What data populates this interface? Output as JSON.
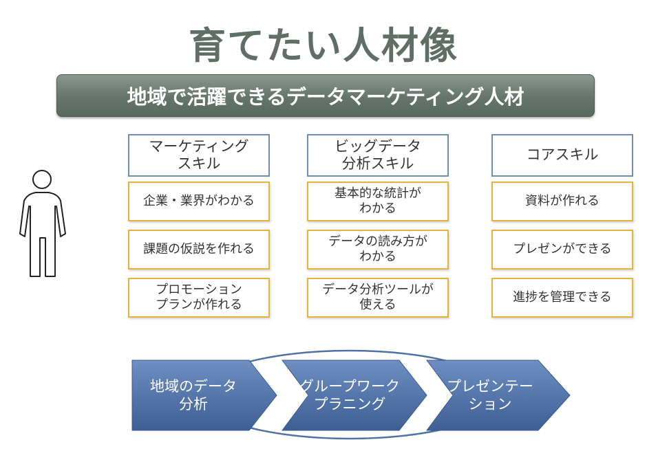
{
  "title": "育てたい人材像",
  "banner": "地域で活躍できるデータマーケティング人材",
  "columns": [
    {
      "header": "マーケティング\nスキル",
      "items": [
        "企業・業界がわかる",
        "課題の仮説を作れる",
        "プロモーション\nプランが作れる"
      ]
    },
    {
      "header": "ビッグデータ\n分析スキル",
      "items": [
        "基本的な統計が\nわかる",
        "データの読み方が\nわかる",
        "データ分析ツールが\n使える"
      ]
    },
    {
      "header": "コアスキル",
      "items": [
        "資料が作れる",
        "プレゼンができる",
        "進捗を管理できる"
      ]
    }
  ],
  "flow": [
    "地域のデータ\n分析",
    "グループワーク\nプラニング",
    "プレゼンテー\nション"
  ],
  "colors": {
    "title": "#5f6f66",
    "banner": "#65756c",
    "header_border": "#6f8fb1",
    "item_border": "#e5b23c",
    "arrow": "#4a6fa5",
    "ellipse": "#4f71a3"
  },
  "icons": {
    "person": "person-outline-icon"
  }
}
